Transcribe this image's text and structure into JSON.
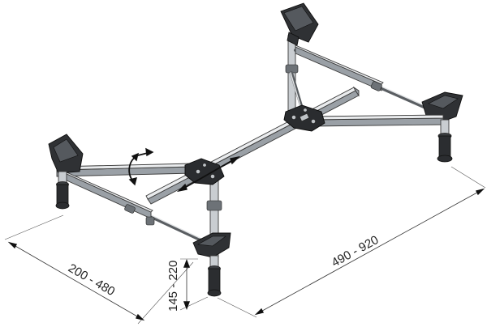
{
  "dimensions": {
    "width_range": "200 - 480",
    "height_range": "145 - 220",
    "length_range": "490 - 920"
  },
  "icons": {
    "rotate": "rotate-arrow-icon",
    "slide": "double-arrow-icon"
  }
}
